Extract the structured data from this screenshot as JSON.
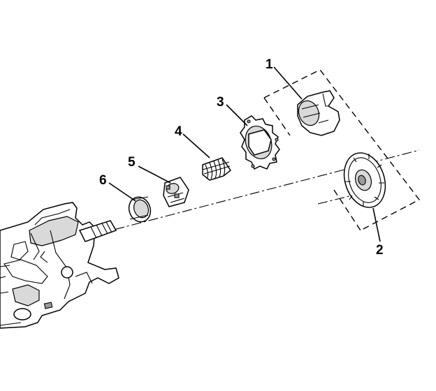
{
  "diagram": {
    "callouts": [
      {
        "id": "1",
        "text": "1"
      },
      {
        "id": "2",
        "text": "2"
      },
      {
        "id": "3",
        "text": "3"
      },
      {
        "id": "4",
        "text": "4"
      },
      {
        "id": "5",
        "text": "5"
      },
      {
        "id": "6",
        "text": "6"
      }
    ],
    "parts": [
      {
        "callout": "1",
        "icon": "lock-housing-icon"
      },
      {
        "callout": "2",
        "icon": "slotted-plate-icon"
      },
      {
        "callout": "3",
        "icon": "toothed-gear-icon"
      },
      {
        "callout": "4",
        "icon": "coil-spring-icon"
      },
      {
        "callout": "5",
        "icon": "bearing-race-icon"
      },
      {
        "callout": "6",
        "icon": "bearing-ring-icon"
      }
    ],
    "assembly_icon": "steering-column-housing-icon"
  }
}
